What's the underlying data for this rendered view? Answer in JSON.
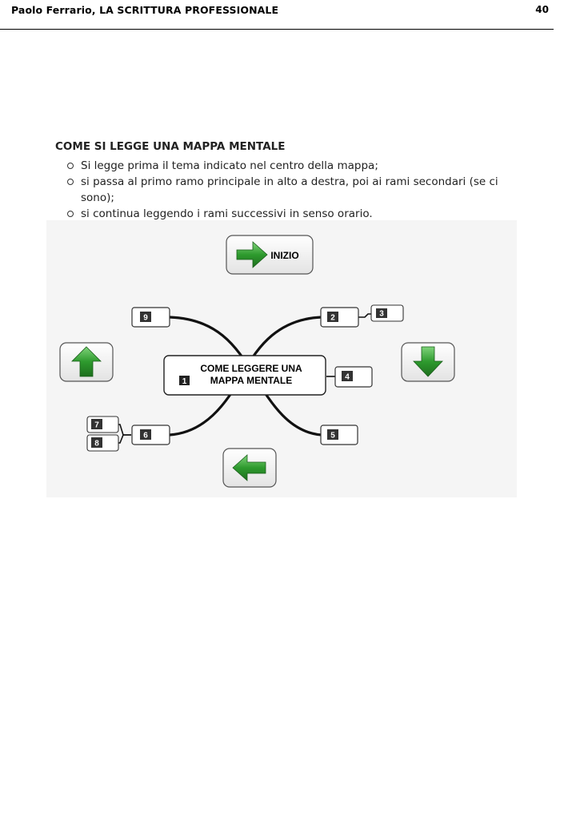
{
  "header": {
    "title": "Paolo Ferrario, LA SCRITTURA PROFESSIONALE",
    "page_number": "40"
  },
  "section": {
    "title": "COME SI LEGGE UNA MAPPA  MENTALE",
    "bullets": [
      "Si legge prima il tema indicato nel centro della mappa;",
      "si passa al primo ramo principale in alto a destra, poi ai rami secondari (se ci",
      "sono);",
      "si continua leggendo i rami successivi in senso orario."
    ]
  },
  "mindmap": {
    "start_label": "INIZIO",
    "center_line1": "COME LEGGERE UNA",
    "center_line2": "MAPPA MENTALE",
    "center_number": "1",
    "nodes": [
      "2",
      "3",
      "4",
      "5",
      "6",
      "7",
      "8",
      "9"
    ],
    "arrow_color": "#2e9a2e",
    "icons": [
      "arrow-right-icon",
      "arrow-down-icon",
      "arrow-left-icon",
      "arrow-up-icon"
    ]
  }
}
